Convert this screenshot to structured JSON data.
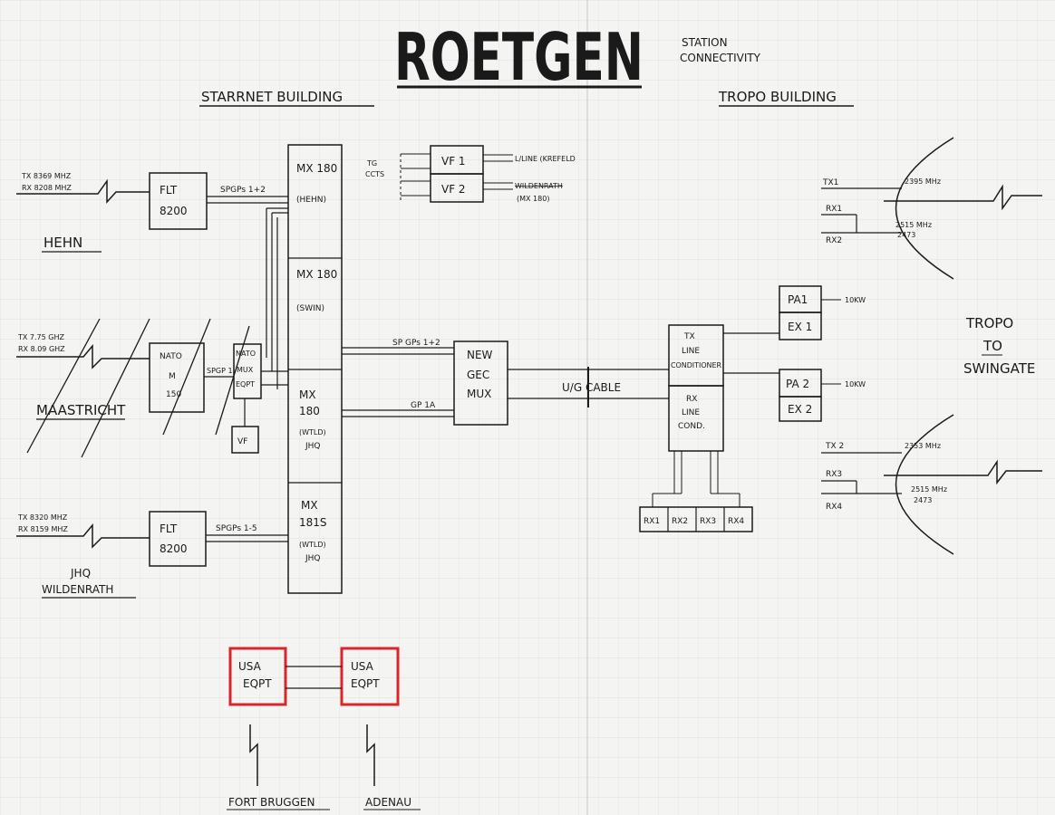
{
  "header": {
    "title": "ROETGEN",
    "subtitle_line1": "STATION",
    "subtitle_line2": "CONNECTIVITY"
  },
  "sections": {
    "starrnet": "STARRNET BUILDING",
    "tropo": "TROPO BUILDING",
    "tropo_to_line1": "TROPO",
    "tropo_to_line2": "TO",
    "tropo_to_line3": "SWINGATE"
  },
  "links": {
    "hehn": {
      "tx": "TX 8369 MHZ",
      "rx": "RX 8208 MHZ",
      "name": "HEHN",
      "group": "SPGPs 1+2"
    },
    "maastricht": {
      "tx": "TX 7.75 GHZ",
      "rx": "RX 8.09 GHZ",
      "name": "MAASTRICHT",
      "group": "SPGP 1"
    },
    "wildenrath": {
      "tx": "TX 8320 MHZ",
      "rx": "RX 8159 MHZ",
      "name1": "JHQ",
      "name2": "WILDENRATH",
      "group": "SPGPs 1-5"
    }
  },
  "boxes": {
    "flt_top": [
      "FLT",
      "8200"
    ],
    "flt_bottom": [
      "FLT",
      "8200"
    ],
    "nato": [
      "NATO",
      "M",
      "150"
    ],
    "nato_mux": [
      "NATO",
      "MUX",
      "EQPT"
    ],
    "vf": "VF",
    "mx180_hehn": [
      "MX 180",
      "(HEHN)"
    ],
    "mx180_swin": [
      "MX 180",
      "(SWIN)"
    ],
    "mx180_jhq": [
      "MX",
      "180",
      "(WTLD)",
      "JHQ"
    ],
    "mx181s": [
      "MX",
      "181S",
      "(WTLD)",
      "JHQ"
    ],
    "vf1": "VF 1",
    "vf2": "VF 2",
    "tg_ccts": [
      "TG",
      "CCTS"
    ],
    "vf1_dest": "L/LINE (KREFELD",
    "vf2_dest_struck": "WILDENRATH",
    "vf2_dest": "(MX 180)",
    "gec_mux": [
      "NEW",
      "GEC",
      "MUX"
    ],
    "spgps_gec": "SP GPs 1+2",
    "gp1a": "GP 1A",
    "cable": "U/G CABLE",
    "tx_line": [
      "TX",
      "LINE",
      "CONDITIONER"
    ],
    "rx_line": [
      "RX",
      "LINE",
      "COND."
    ],
    "rx_units": [
      "RX1",
      "RX2",
      "RX3",
      "RX4"
    ],
    "pa1": "PA1",
    "ex1": "EX 1",
    "pa2": "PA 2",
    "ex2": "EX 2",
    "power1": "10KW",
    "power2": "10KW",
    "usa_left": [
      "USA",
      "EQPT"
    ],
    "usa_right": [
      "USA",
      "EQPT"
    ],
    "fort_bruggen": "FORT BRUGGEN",
    "adenau": "ADENAU"
  },
  "tropo": {
    "tx1": "TX1",
    "rx1": "RX1",
    "rx2": "RX2",
    "freq_tx1": "2395 MHz",
    "freq_rx_a": "2515 MHz",
    "freq_rx_b": "2473",
    "tx2": "TX 2",
    "rx3": "RX3",
    "rx4": "RX4",
    "freq_tx2": "2353 MHz",
    "freq_rx_c": "2515 MHz",
    "freq_rx_d": "2473"
  },
  "colors": {
    "ink": "#1a1a1a",
    "paper": "#f4f4f2",
    "grid": "#d6d6d2",
    "highlight": "#d9262c"
  }
}
